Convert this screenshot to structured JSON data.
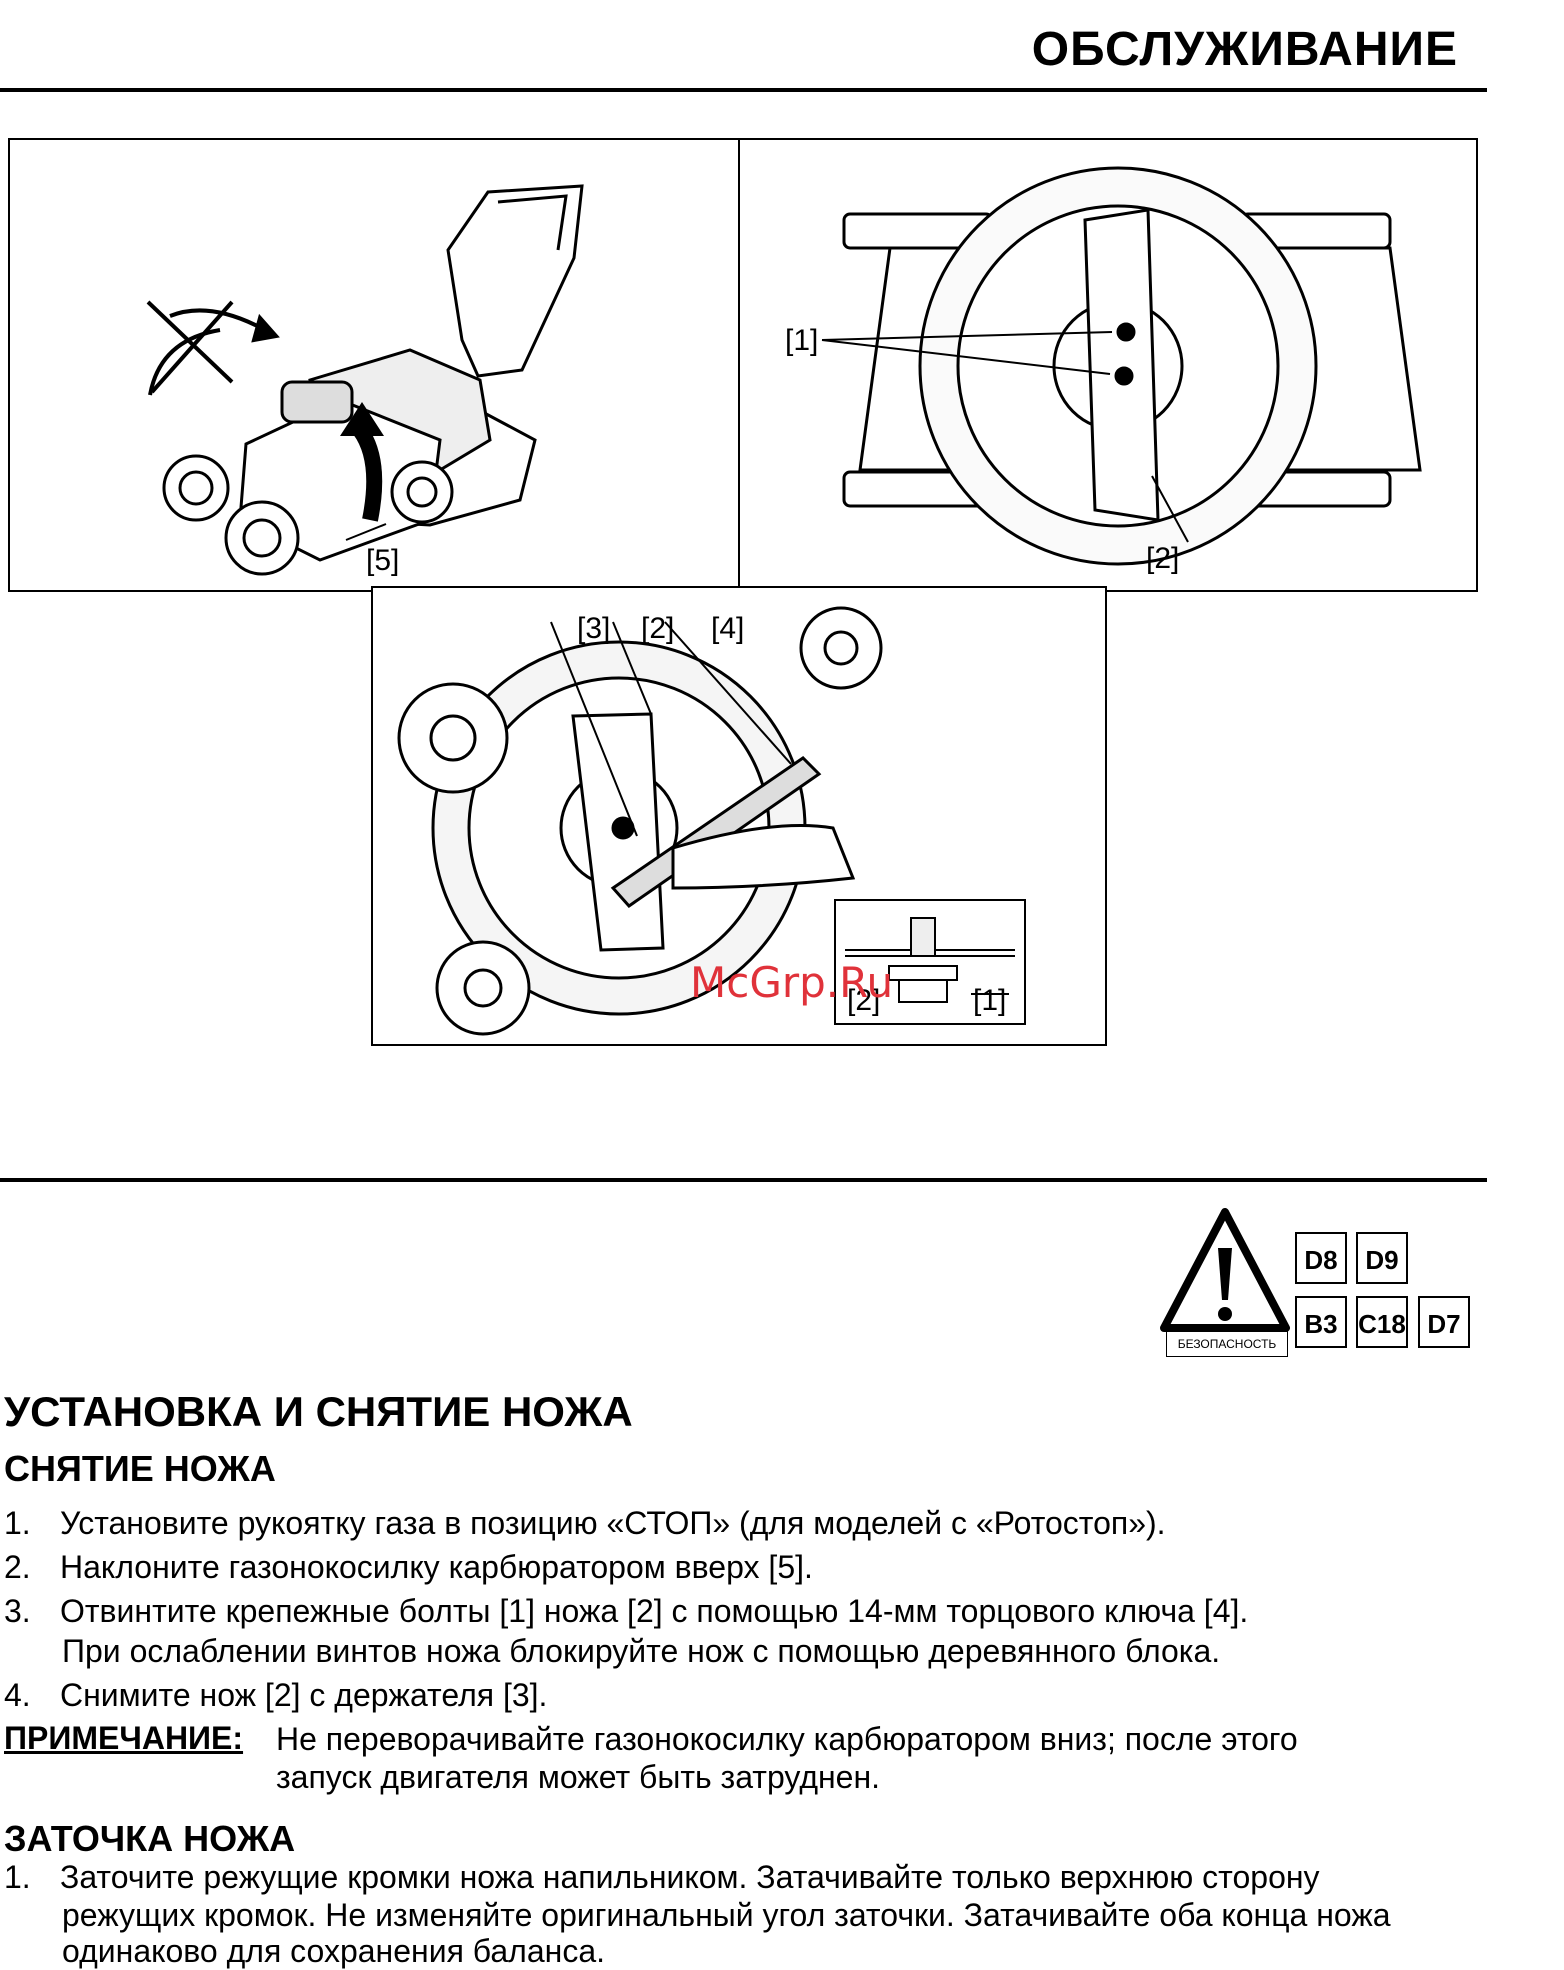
{
  "header": {
    "title": "ОБСЛУЖИВАНИЕ"
  },
  "figures": {
    "fig1": {
      "callouts": [
        "[5]"
      ]
    },
    "fig2": {
      "callouts": [
        "[1]",
        "[2]"
      ]
    },
    "fig3": {
      "callouts": [
        "[3]",
        "[2]",
        "[4]",
        "[2]",
        "[1]"
      ]
    }
  },
  "watermark": "McGrp.Ru",
  "safety": {
    "icon": "warning-triangle-icon",
    "label": "БЕЗОПАСНОСТЬ",
    "codes": [
      "D8",
      "D9",
      "B3",
      "C18",
      "D7"
    ]
  },
  "section": {
    "title": "УСТАНОВКА И СНЯТИЕ НОЖА",
    "removal": {
      "heading": "СНЯТИЕ НОЖА",
      "steps": [
        {
          "num": "1.",
          "text": "Установите рукоятку газа в позицию «СТОП» (для моделей с «Ротостоп»)."
        },
        {
          "num": "2.",
          "text": "Наклоните газонокосилку карбюратором вверх [5]."
        },
        {
          "num": "3.",
          "text": "Отвинтите крепежные болты [1] ножа [2] с помощью 14-мм торцового ключа [4].",
          "cont": "При ослаблении винтов ножа блокируйте нож с помощью деревянного блока."
        },
        {
          "num": "4.",
          "text": "Снимите нож [2] с держателя [3]."
        }
      ],
      "note_label": "ПРИМЕЧАНИЕ:",
      "note_lines": [
        "Не переворачивайте газонокосилку карбюратором вниз; после этого",
        "запуск двигателя может быть затруднен."
      ]
    },
    "sharpening": {
      "heading": "ЗАТОЧКА НОЖА",
      "steps": [
        {
          "num": "1.",
          "text": "Заточите режущие кромки ножа напильником. Затачивайте только верхнюю сторону",
          "cont1": "режущих кромок. Не изменяйте оригинальный угол заточки. Затачивайте оба конца ножа",
          "cont2": "одинаково для сохранения баланса."
        }
      ]
    }
  }
}
